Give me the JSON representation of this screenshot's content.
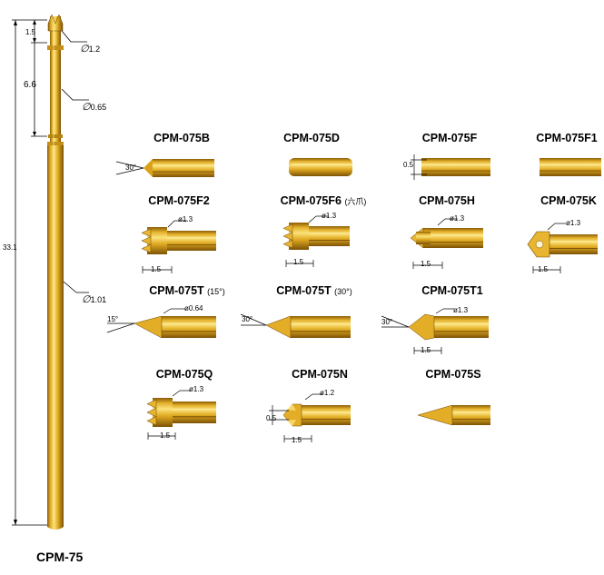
{
  "title": "CPM-75",
  "colors": {
    "gold_light": "#f7d24a",
    "gold_mid": "#d9a21a",
    "gold_dark": "#8a5c06",
    "line": "#000000"
  },
  "long_probe": {
    "dims": {
      "d1": "1.5",
      "d2": "6.6",
      "d3": "33.1"
    },
    "diameters": {
      "tip": "1.2",
      "upper": "0.65",
      "barrel": "1.01"
    },
    "phi": "∅"
  },
  "tips": [
    {
      "name": "CPM-075B",
      "note": "",
      "dims": [
        "30°"
      ]
    },
    {
      "name": "CPM-075D",
      "note": "",
      "dims": []
    },
    {
      "name": "CPM-075F",
      "note": "",
      "dims": [
        "0.5"
      ]
    },
    {
      "name": "CPM-075F1",
      "note": "",
      "dims": []
    },
    {
      "name": "CPM-075F2",
      "note": "",
      "dims": [
        "1.3",
        "1.5"
      ]
    },
    {
      "name": "CPM-075F6",
      "note": "(六爪)",
      "dims": [
        "1.3",
        "1.5"
      ]
    },
    {
      "name": "CPM-075H",
      "note": "",
      "dims": [
        "1.3",
        "1.5"
      ]
    },
    {
      "name": "CPM-075K",
      "note": "",
      "dims": [
        "1.3",
        "1.5"
      ]
    },
    {
      "name": "CPM-075T",
      "note": "(15°)",
      "dims": [
        "0.64",
        "15°"
      ]
    },
    {
      "name": "CPM-075T",
      "note": "(30°)",
      "dims": [
        "30°"
      ]
    },
    {
      "name": "CPM-075T1",
      "note": "",
      "dims": [
        "1.3",
        "30°",
        "1.5"
      ]
    },
    {
      "name": "CPM-075Q",
      "note": "",
      "dims": [
        "1.3",
        "1.5"
      ]
    },
    {
      "name": "CPM-075N",
      "note": "",
      "dims": [
        "1.2",
        "0.5",
        "1.5"
      ]
    },
    {
      "name": "CPM-075S",
      "note": "",
      "dims": []
    }
  ]
}
